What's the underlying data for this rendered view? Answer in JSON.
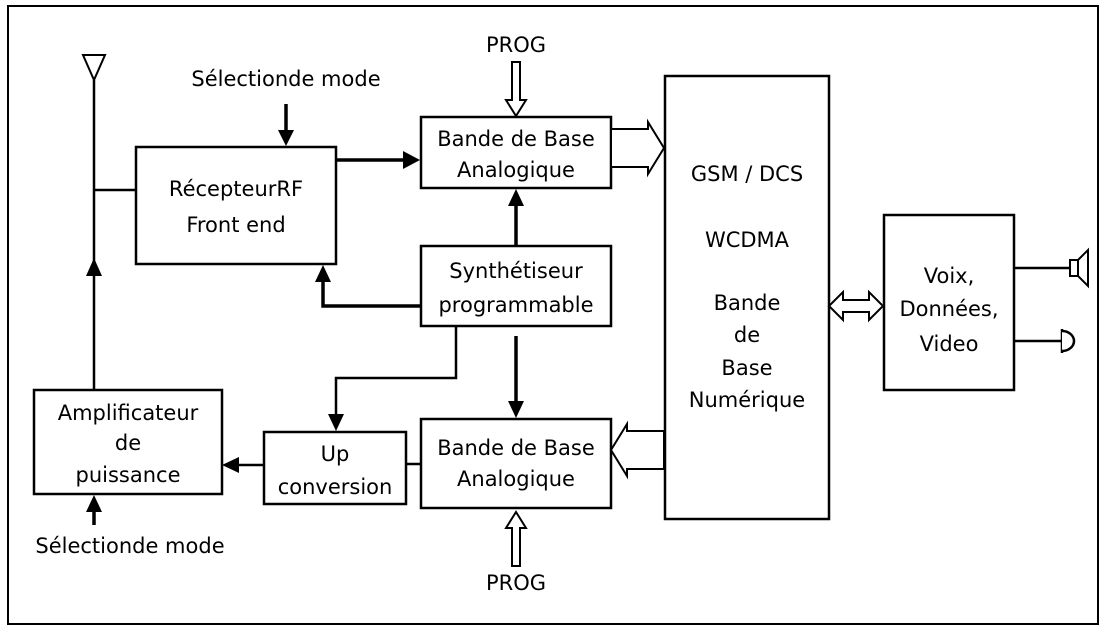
{
  "labels": {
    "prog_top": "PROG",
    "prog_bottom": "PROG",
    "mode_select_top": "Sélectionde mode",
    "mode_select_bottom": "Sélectionde mode"
  },
  "blocks": {
    "receiver": {
      "line1": "RécepteurRF",
      "line2": "Front end"
    },
    "baseband_analog_top": {
      "line1": "Bande de Base",
      "line2": "Analogique"
    },
    "synthesizer": {
      "line1": "Synthétiseur",
      "line2": "programmable"
    },
    "baseband_analog_bottom": {
      "line1": "Bande de Base",
      "line2": "Analogique"
    },
    "upconversion": {
      "line1": "Up",
      "line2": "conversion"
    },
    "power_amp": {
      "line1": "Amplificateur",
      "line2": "de",
      "line3": "puissance"
    },
    "digital": {
      "line1": "GSM / DCS",
      "line2": "WCDMA",
      "line3": "Bande",
      "line4": "de",
      "line5": "Base",
      "line6": "Numérique"
    },
    "media": {
      "line1": "Voix,",
      "line2": "Données,",
      "line3": "Video"
    }
  },
  "icons": {
    "antenna": "antenna-icon",
    "speaker": "speaker-icon",
    "microphone": "microphone-icon"
  }
}
